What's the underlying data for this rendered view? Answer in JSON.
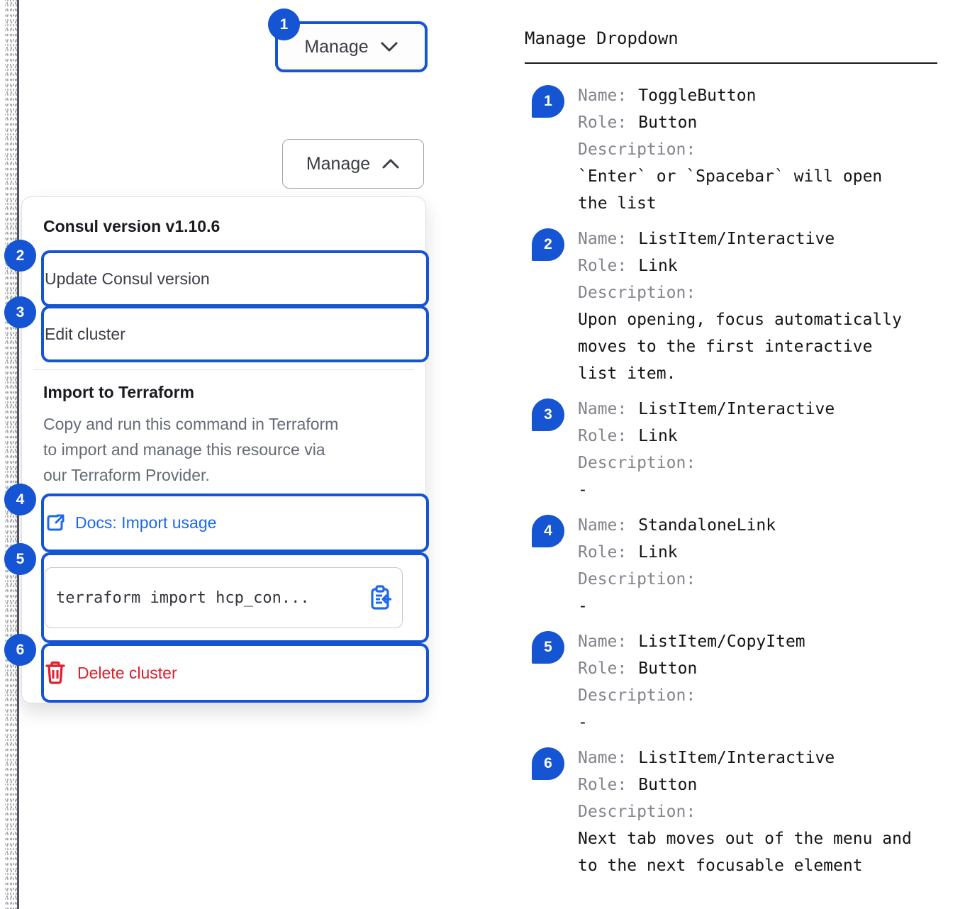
{
  "colors": {
    "annotation_blue": "#1554d2",
    "link_blue": "#1c68f0",
    "danger_red": "#e01e2c"
  },
  "toggle_button": {
    "label": "Manage",
    "badge": "1"
  },
  "open_button": {
    "label": "Manage"
  },
  "dropdown": {
    "version_label": "Consul version v1.10.6",
    "items": [
      {
        "badge": "2",
        "label": "Update Consul version"
      },
      {
        "badge": "3",
        "label": "Edit cluster"
      }
    ],
    "import_section": {
      "title": "Import to Terraform",
      "description": "Copy and run this command in Terraform\nto import and manage this resource via\nour Terraform Provider.",
      "docs_link": {
        "badge": "4",
        "label": "Docs: Import usage"
      },
      "code_snippet": {
        "badge": "5",
        "text": "terraform import hcp_con..."
      }
    },
    "delete_item": {
      "badge": "6",
      "label": "Delete cluster"
    }
  },
  "spec_panel": {
    "title": "Manage Dropdown",
    "labels": {
      "name": "Name:",
      "role": "Role:",
      "description": "Description:"
    },
    "entries": [
      {
        "badge": "1",
        "name": "ToggleButton",
        "role": "Button",
        "description": "`Enter` or `Spacebar` will open\nthe list"
      },
      {
        "badge": "2",
        "name": "ListItem/Interactive",
        "role": "Link",
        "description": "Upon opening, focus automatically\nmoves to the first interactive\nlist item."
      },
      {
        "badge": "3",
        "name": "ListItem/Interactive",
        "role": "Link",
        "description": "-"
      },
      {
        "badge": "4",
        "name": "StandaloneLink",
        "role": "Link",
        "description": "-"
      },
      {
        "badge": "5",
        "name": "ListItem/CopyItem",
        "role": "Button",
        "description": "-"
      },
      {
        "badge": "6",
        "name": "ListItem/Interactive",
        "role": "Button",
        "description": "Next tab moves out of the menu and\nto the next focusable element"
      }
    ]
  }
}
